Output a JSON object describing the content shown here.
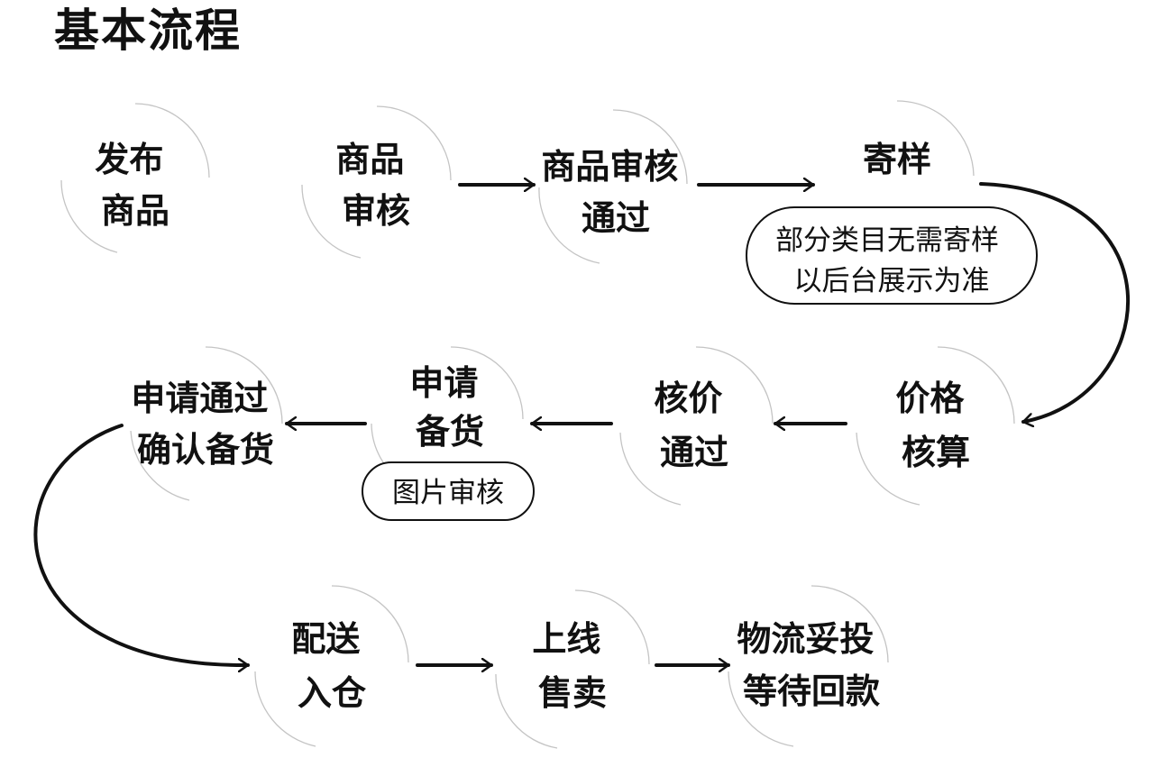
{
  "title": "基本流程",
  "nodes": [
    {
      "id": "publish",
      "lines": [
        "发布",
        "商品"
      ]
    },
    {
      "id": "review",
      "lines": [
        "商品",
        "审核"
      ]
    },
    {
      "id": "review-pass",
      "lines": [
        "商品审核",
        "通过"
      ]
    },
    {
      "id": "sample",
      "lines": [
        "寄样"
      ]
    },
    {
      "id": "price-calc",
      "lines": [
        "价格",
        "核算"
      ]
    },
    {
      "id": "price-approved",
      "lines": [
        "核价",
        "通过"
      ]
    },
    {
      "id": "apply-stock",
      "lines": [
        "申请",
        "备货"
      ]
    },
    {
      "id": "confirm-stock",
      "lines": [
        "申请通过",
        "确认备货"
      ]
    },
    {
      "id": "ship-warehouse",
      "lines": [
        "配送",
        "入仓"
      ]
    },
    {
      "id": "online-sale",
      "lines": [
        "上线",
        "售卖"
      ]
    },
    {
      "id": "payment",
      "lines": [
        "物流妥投",
        "等待回款"
      ]
    }
  ],
  "notes": [
    {
      "id": "sample-note",
      "lines": [
        "部分类目无需寄样",
        "以后台展示为准"
      ]
    },
    {
      "id": "image-review-note",
      "lines": [
        "图片审核"
      ]
    }
  ]
}
